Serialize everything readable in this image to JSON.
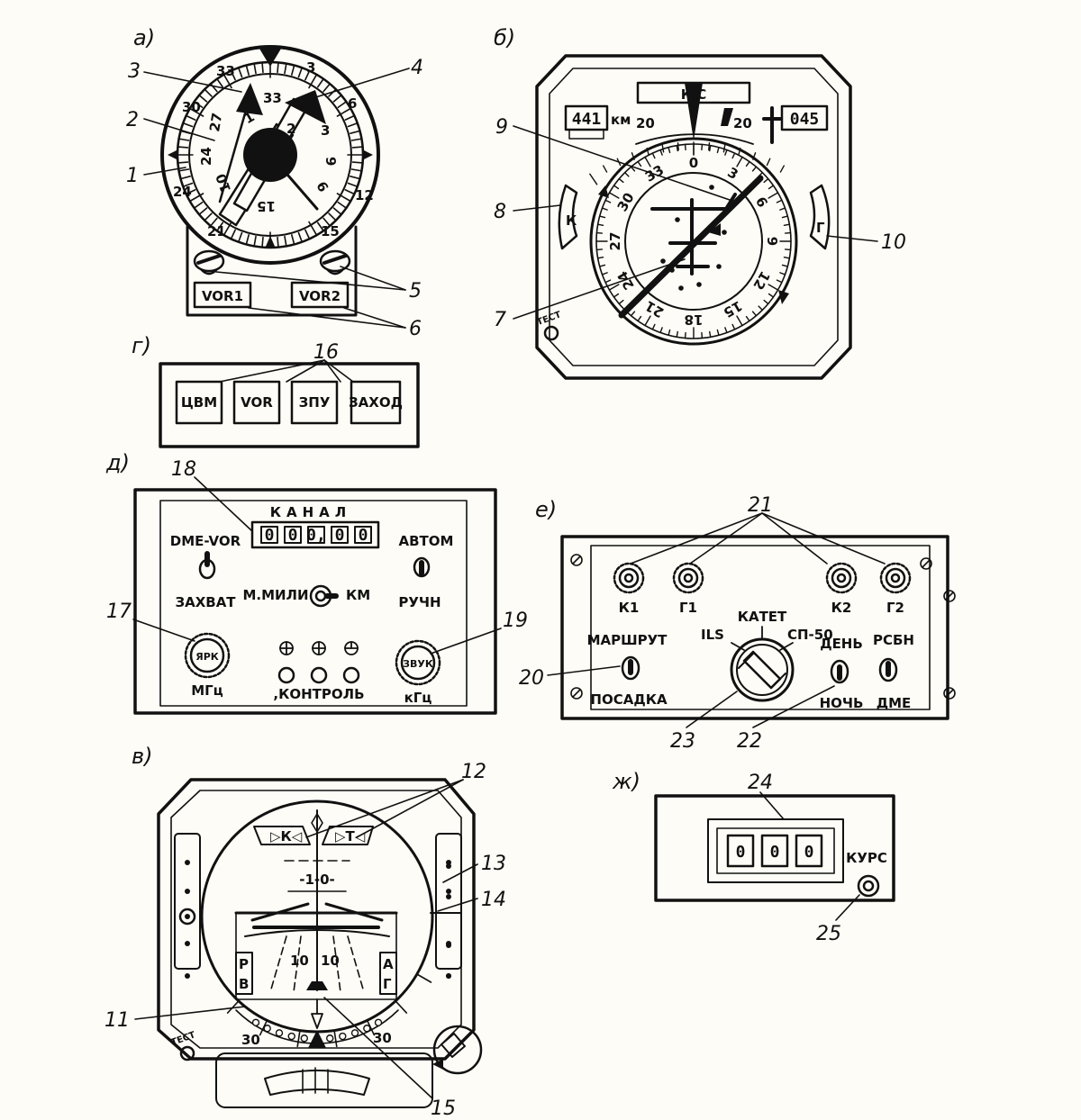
{
  "panels": {
    "a": {
      "caption": "а)",
      "outer_scale": [
        "33",
        "3",
        "6",
        "12",
        "15",
        "21",
        "24",
        "30"
      ],
      "inner_top": "33",
      "inner_left": [
        "27",
        "24",
        "10"
      ],
      "inner_right": [
        "3",
        "9",
        "6"
      ],
      "inner_bottom": "15",
      "needle_labels": [
        "1",
        "2"
      ],
      "buttons": [
        "VOR1",
        "VOR2"
      ]
    },
    "b": {
      "caption": "б)",
      "mode_label": "К  С",
      "range_digits": "441",
      "range_unit": "км",
      "course_digits": "045",
      "top_scale": [
        "20",
        "20"
      ],
      "side_left": "К",
      "side_right": "Г",
      "dial": [
        "0",
        "3",
        "6",
        "9",
        "12",
        "15",
        "18",
        "21",
        "24",
        "27",
        "30",
        "33"
      ],
      "test": "ТЕСТ"
    },
    "g": {
      "caption": "г)",
      "buttons": [
        "ЦВМ",
        "VOR",
        "ЗПУ",
        "ЗАХОД"
      ]
    },
    "d": {
      "caption": "д)",
      "channel_label": "КАНАЛ",
      "channel_digits": [
        "0",
        "0",
        "0,",
        "0",
        "0"
      ],
      "left_switch_top": "DME-VOR",
      "left_switch_bottom": "ЗАХВАТ",
      "right_switch_top": "АВТОМ",
      "right_switch_bottom": "РУЧН",
      "units_left": "М.МИЛИ",
      "units_right": "КМ",
      "knob_left": "ЯРК",
      "knob_left_unit": "МГц",
      "knob_right": "ЗВУК",
      "knob_right_unit": "кГц",
      "control": ",КОНТРОЛЬ"
    },
    "e": {
      "caption": "е)",
      "knobs": [
        "К1",
        "Г1",
        "К2",
        "Г2"
      ],
      "left_switch_top": "МАРШРУТ",
      "left_switch_bottom": "ПОСАДКА",
      "selector_top": "КАТЕТ",
      "selector_left": "ILS",
      "selector_right": "СП-50",
      "day": "ДЕНЬ",
      "night": "НОЧЬ",
      "rsbn": "РСБН",
      "dme": "ДМЕ"
    },
    "v": {
      "caption": "в)",
      "flag_left": "▷К◁",
      "flag_right": "▷Т◁",
      "pitch_top": "-1-0-",
      "pitch_left": "10",
      "pitch_right": "10",
      "side_left": [
        "Р",
        "В"
      ],
      "side_right": [
        "А",
        "Г"
      ],
      "bank_left": "30",
      "bank_right": "30",
      "test": "ТЕСТ"
    },
    "zh": {
      "caption": "ж)",
      "digits": [
        "0",
        "0",
        "0"
      ],
      "knob_label": "КУРС"
    }
  },
  "callouts": [
    "1",
    "2",
    "3",
    "4",
    "5",
    "6",
    "7",
    "8",
    "9",
    "10",
    "11",
    "12",
    "13",
    "14",
    "15",
    "16",
    "17",
    "18",
    "19",
    "20",
    "21",
    "22",
    "23",
    "24",
    "25"
  ]
}
